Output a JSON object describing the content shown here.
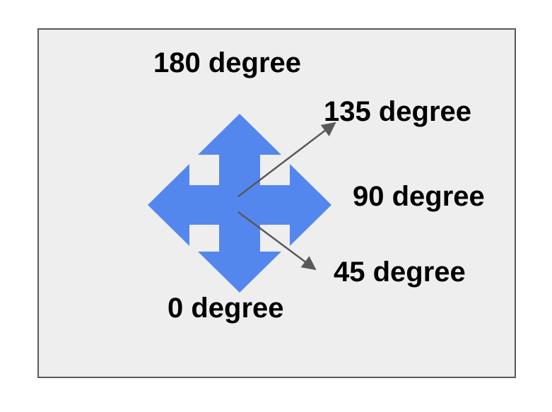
{
  "labels": {
    "deg_180": "180 degree",
    "deg_135": "135 degree",
    "deg_90": "90 degree",
    "deg_45": "45 degree",
    "deg_0": "0 degree"
  },
  "colors": {
    "panel_background": "#eeeeee",
    "panel_border": "#595959",
    "move_icon": "#5487ee",
    "pointer_arrow": "#595959",
    "text": "#000000"
  },
  "icons": {
    "center": "move-arrows-icon"
  }
}
